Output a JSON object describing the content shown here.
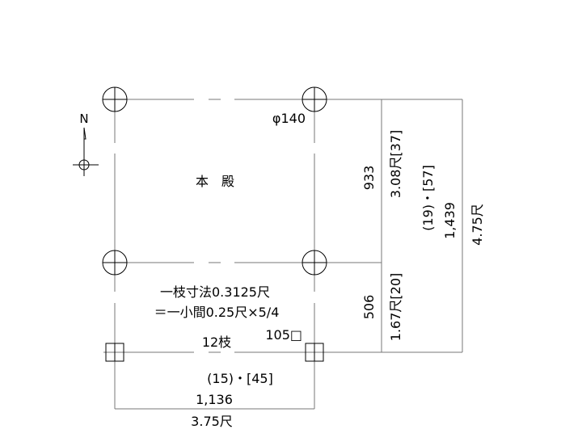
{
  "north_label": "N",
  "building_name": "本　殿",
  "column_round": "φ140",
  "column_square": "105□",
  "rafter_note_1": "一枝寸法0.3125尺",
  "rafter_note_2": "＝一小間0.25尺×5/4",
  "rafter_count": "12枝",
  "width": {
    "counts": "(15)・[45]",
    "mm": "1,136",
    "shaku": "3.75尺"
  },
  "depth_main": {
    "mm": "933",
    "shaku": "3.08尺[37]"
  },
  "depth_front": {
    "mm": "506",
    "shaku": "1.67尺[20]"
  },
  "depth_total": {
    "counts": "(19)・[57]",
    "mm": "1,439",
    "shaku": "4.75尺"
  }
}
